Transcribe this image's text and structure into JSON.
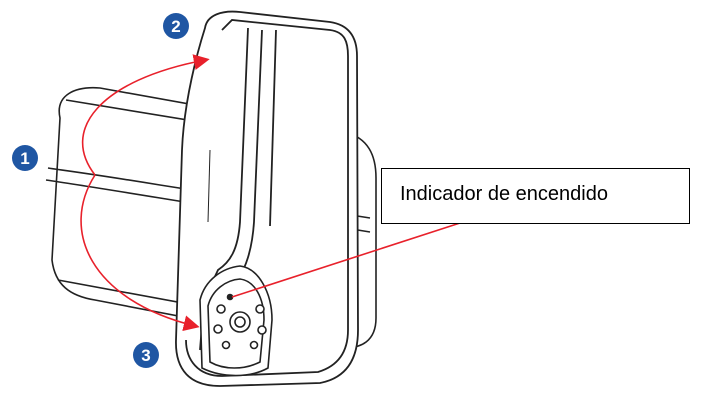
{
  "callout": {
    "label": "Indicador de encendido"
  },
  "steps": [
    {
      "number": "1"
    },
    {
      "number": "2"
    },
    {
      "number": "3"
    }
  ],
  "colors": {
    "arrow": "#e8212b",
    "badge": "#1f56a3",
    "outline": "#222222"
  },
  "icons": {
    "device": "device-body-icon",
    "lens": "camera-lens-icon",
    "power_led": "power-indicator-icon"
  }
}
